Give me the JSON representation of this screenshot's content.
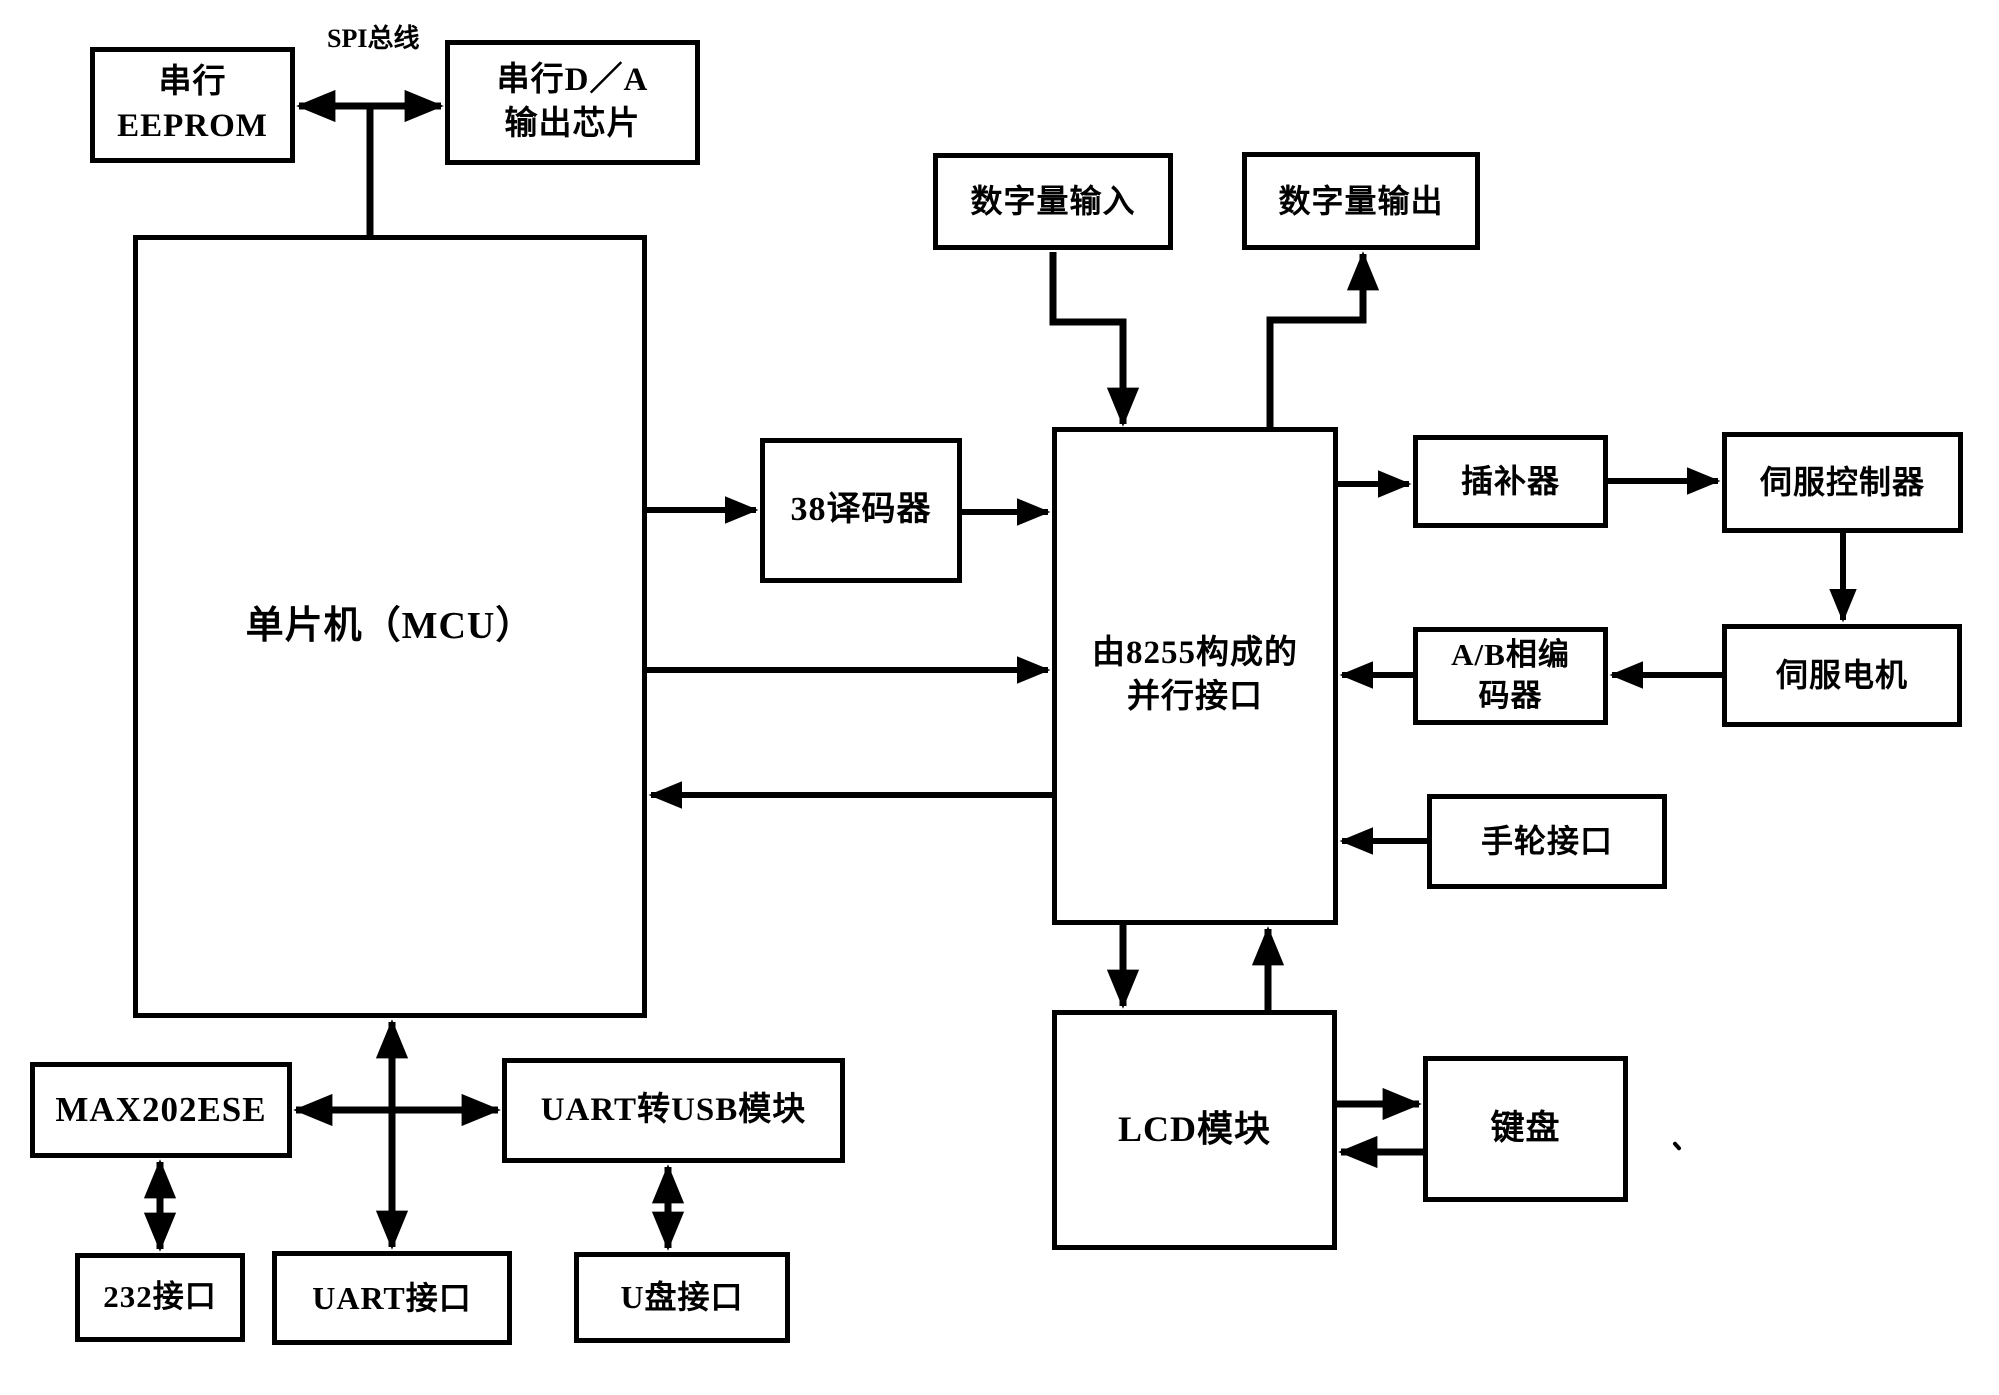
{
  "labels": {
    "spi_bus": "SPI总线"
  },
  "nodes": {
    "eeprom": {
      "label": "串行\nEEPROM"
    },
    "da_chip": {
      "label": "串行D／A\n输出芯片"
    },
    "mcu": {
      "label": "单片机（MCU）"
    },
    "digital_input": {
      "label": "数字量输入"
    },
    "digital_output": {
      "label": "数字量输出"
    },
    "decoder": {
      "label": "38译码器"
    },
    "parallel_8255": {
      "label": "由8255构成的\n并行接口"
    },
    "interpolator": {
      "label": "插补器"
    },
    "servo_controller": {
      "label": "伺服控制器"
    },
    "ab_encoder": {
      "label": "A/B相编\n码器"
    },
    "servo_motor": {
      "label": "伺服电机"
    },
    "handwheel": {
      "label": "手轮接口"
    },
    "lcd": {
      "label": "LCD模块"
    },
    "keyboard": {
      "label": "键盘"
    },
    "max202": {
      "label": "MAX202ESE"
    },
    "uart_usb": {
      "label": "UART转USB模块"
    },
    "iface_232": {
      "label": "232接口"
    },
    "iface_uart": {
      "label": "UART接口"
    },
    "iface_udisk": {
      "label": "U盘接口"
    }
  },
  "colors": {
    "ink": "#000000",
    "background": "#ffffff"
  }
}
